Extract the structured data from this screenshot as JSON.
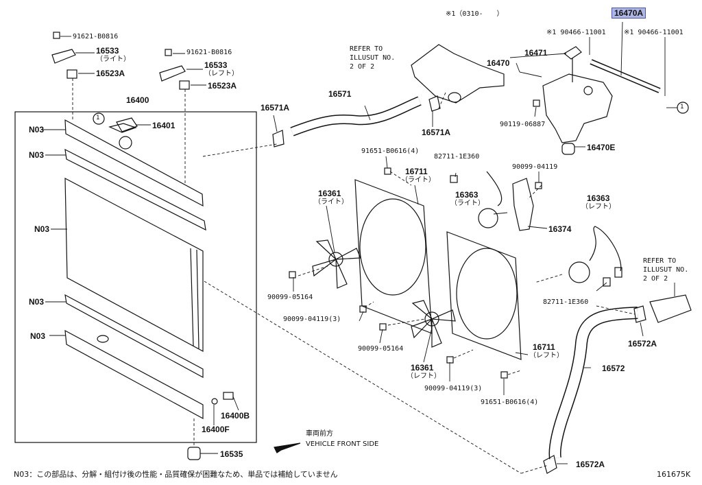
{
  "header": {
    "series_note": "※1（0310-　　）",
    "highlighted_part": "16470A"
  },
  "parts": {
    "p91621_l": "91621-B0816",
    "p16533_l": "16533",
    "p16533_l_side": "（ライト）",
    "p16523A_l": "16523A",
    "p91621_r": "91621-B0816",
    "p16533_r": "16533",
    "p16533_r_side": "（レフト）",
    "p16523A_r": "16523A",
    "p16400": "16400",
    "p16401": "16401",
    "n03_1": "N03",
    "n03_2": "N03",
    "n03_3": "N03",
    "n03_4": "N03",
    "n03_5": "N03",
    "p16400B": "16400B",
    "p16400F": "16400F",
    "p16535": "16535",
    "p16571A_l": "16571A",
    "p16571": "16571",
    "p16571A_r": "16571A",
    "refer1_line1": "REFER TO",
    "refer1_line2": "ILLUSUT NO.",
    "refer1_line3": "2 OF 2",
    "p16471": "16471",
    "p16470": "16470",
    "p90466_l": "※1 90466-11001",
    "p90466_r": "※1 90466-11001",
    "p90119": "90119-06887",
    "p16470E": "16470E",
    "p91651_top": "91651-B0616(4)",
    "p82711_top": "82711-1E360",
    "p90099_04119_top": "90099-04119",
    "p16711_r": "16711",
    "p16711_r_side": "（ライト）",
    "p16361_r": "16361",
    "p16361_r_side": "（ライト）",
    "p16363_r": "16363",
    "p16363_r_side": "（ライト）",
    "p16374": "16374",
    "p16363_l": "16363",
    "p16363_l_side": "（レフト）",
    "p90099_05164_a": "90099-05164",
    "p90099_04119_3a": "90099-04119(3)",
    "p82711_bot": "82711-1E360",
    "refer2_line1": "REFER TO",
    "refer2_line2": "ILLUSUT NO.",
    "refer2_line3": "2 OF 2",
    "p90099_05164_b": "90099-05164",
    "p16711_l": "16711",
    "p16711_l_side": "（レフト）",
    "p16572A_top": "16572A",
    "p16361_l": "16361",
    "p16361_l_side": "（レフト）",
    "p16572": "16572",
    "p90099_04119_3b": "90099-04119(3)",
    "p91651_bot": "91651-B0616(4)",
    "p16572A_bot": "16572A"
  },
  "front_indicator": {
    "jp": "車両前方",
    "en": "VEHICLE FRONT SIDE"
  },
  "footer": {
    "note": "N03：この部品は、分解・組付け後の性能・品質確保が困難なため、単品では補給していません",
    "figure_id": "161675K"
  },
  "circle_ref": "1"
}
